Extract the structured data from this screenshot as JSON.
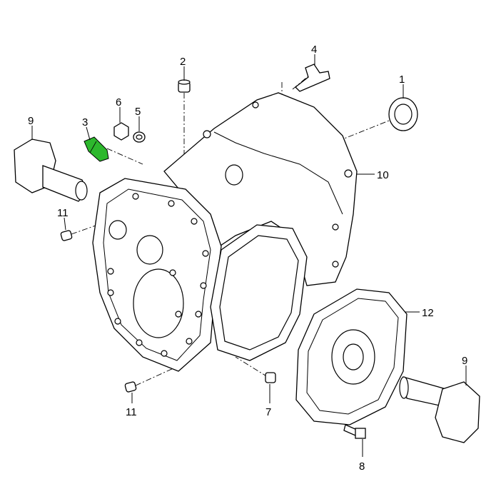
{
  "title": "Transmission housing exploded parts diagram",
  "highlight_color": "#2db82d",
  "callouts": [
    {
      "id": "callout-1",
      "label": "1"
    },
    {
      "id": "callout-2",
      "label": "2"
    },
    {
      "id": "callout-3",
      "label": "3"
    },
    {
      "id": "callout-4",
      "label": "4"
    },
    {
      "id": "callout-5",
      "label": "5"
    },
    {
      "id": "callout-6",
      "label": "6"
    },
    {
      "id": "callout-7",
      "label": "7"
    },
    {
      "id": "callout-8",
      "label": "8"
    },
    {
      "id": "callout-9a",
      "label": "9"
    },
    {
      "id": "callout-9b",
      "label": "9"
    },
    {
      "id": "callout-10",
      "label": "10"
    },
    {
      "id": "callout-11a",
      "label": "11"
    },
    {
      "id": "callout-11b",
      "label": "11"
    },
    {
      "id": "callout-12",
      "label": "12"
    }
  ]
}
